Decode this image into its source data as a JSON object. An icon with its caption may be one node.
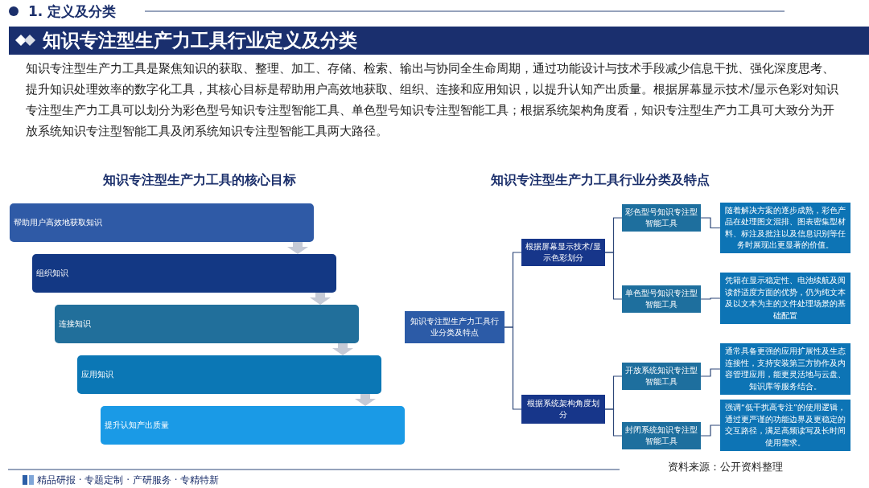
{
  "diagram": {
    "title": "知识专注型生产力工具行业定义及分类",
    "nodes": [
      {
        "text": [
          "帮助用户高效地获取知识"
        ]
      },
      {
        "text": [
          "组织知识"
        ]
      },
      {
        "text": [
          "连接知识"
        ]
      },
      {
        "text": [
          "应用知识"
        ]
      },
      {
        "text": [
          "提升认知产出质量"
        ]
      },
      {
        "text": [
          "知识专注型生产力工具行业分类及特点"
        ]
      },
      {
        "text": [
          "根据屏幕显示技术/显示色彩划分"
        ]
      },
      {
        "text": [
          "根据系统架构角度划分"
        ]
      },
      {
        "text": [
          "彩色型号知识专注型智能工具"
        ]
      },
      {
        "text": [
          "单色型号知识专注型智能工具"
        ]
      },
      {
        "text": [
          "开放系统知识专注型智能工具"
        ]
      },
      {
        "text": [
          "封闭系统知识专注型智能工具"
        ]
      },
      {
        "text": [
          "随着解决方案的逐步成熟，彩色产品在处理图文混排、图表密集型材料、标注及批注以及信息识别等任务时展现出更显著的价值。"
        ]
      },
      {
        "text": [
          "凭籍在显示稳定性、电池续航及阅读舒适度方面的优势，仍为纯文本及以文本为主的文件处理场景的基础配置"
        ]
      },
      {
        "text": [
          "通常具备更强的应用扩展性及生态连接性，支持安装第三方协作及内容管理应用，能更灵活地与云盘、知识库等服务结合。"
        ]
      },
      {
        "text": [
          "强调“低干扰高专注”的使用逻辑，通过更严谨的功能边界及更稳定的交互路径，满足高频读写及长时间使用需求。"
        ]
      }
    ],
    "edges": [
      {
        "from": 0,
        "to": 1,
        "arrow": "to",
        "style": "thick",
        "color": "#c5cad6"
      },
      {
        "from": 1,
        "to": 2,
        "arrow": "to",
        "style": "thick",
        "color": "#c5cad6"
      },
      {
        "from": 2,
        "to": 3,
        "arrow": "to",
        "style": "thick",
        "color": "#c5cad6"
      },
      {
        "from": 3,
        "to": 4,
        "arrow": "to",
        "style": "thick",
        "color": "#c5cad6"
      },
      {
        "from": 5,
        "to": 6,
        "arrow": "none"
      },
      {
        "from": 5,
        "to": 7,
        "arrow": "none"
      },
      {
        "from": 6,
        "to": 8,
        "arrow": "none"
      },
      {
        "from": 6,
        "to": 9,
        "arrow": "none"
      },
      {
        "from": 7,
        "to": 10,
        "arrow": "none"
      },
      {
        "from": 7,
        "to": 11,
        "arrow": "none"
      },
      {
        "from": 8,
        "to": 12,
        "arrow": "none"
      },
      {
        "from": 9,
        "to": 13,
        "arrow": "none"
      },
      {
        "from": 10,
        "to": 14,
        "arrow": "none"
      },
      {
        "from": 11,
        "to": 15,
        "arrow": "none"
      }
    ],
    "labels": [
      "1. 定义及分类",
      "知识专注型生产力工具是聚焦知识的获取、整理、加工、存储、检索、输出与协同全生命周期，通过功能设计与技术手段减少信息干扰、强化深度思考、提升知识处理效率的数字化工具，其核心目标是帮助用户高效地获取、组织、连接和应用知识，以提升认知产出质量。根据屏幕显示技术/显示色彩对知识专注型生产力工具可以划分为彩色型号知识专注型智能工具、单色型号知识专注型智能工具；根据系统架构角度看，知识专注型生产力工具可大致分为开放系统知识专注型智能工具及闭系统知识专注型智能工具两大路径。",
      "知识专注型生产力工具的核心目标",
      "知识专注型生产力工具行业分类及特点",
      "资料来源：公开资料整理",
      "精品研报 · 专题定制 · 产研服务 · 专精特新"
    ]
  }
}
